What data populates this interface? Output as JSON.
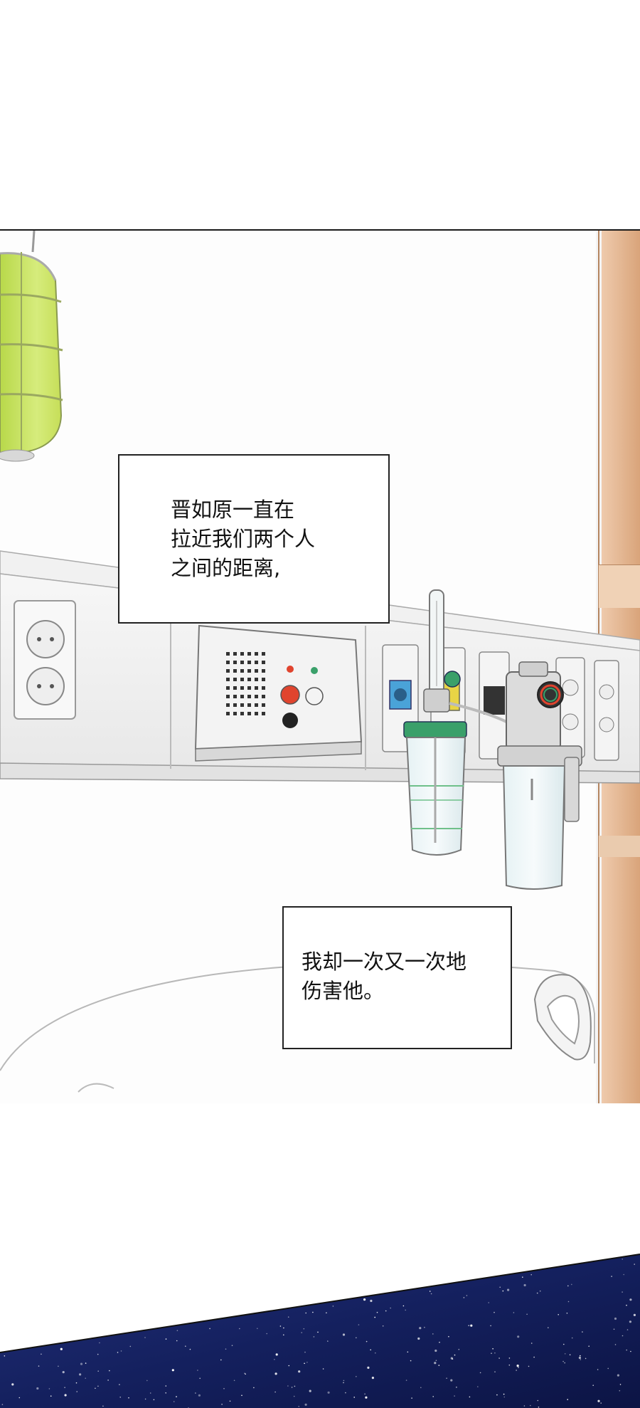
{
  "panel": {
    "caption_1": {
      "lines": [
        "晋如原一直在",
        "拉近我们两个人",
        "之间的距离,"
      ]
    },
    "caption_2": {
      "lines": [
        "我却一次又一次地",
        "伤害他。"
      ]
    },
    "colors": {
      "bottle_fill": "#c8e35a",
      "wall_wood": "#e2b48c",
      "rail": "#f2f2f2",
      "jar_cap": "#3aa06a",
      "button_red": "#e0442e",
      "port_blue": "#4aa3d8",
      "sky_deep": "#14205e"
    },
    "icons": [
      "iv-bottle",
      "power-outlet",
      "nurse-call-speaker",
      "oxygen-flowmeter",
      "suction-regulator",
      "bed-handle"
    ]
  }
}
